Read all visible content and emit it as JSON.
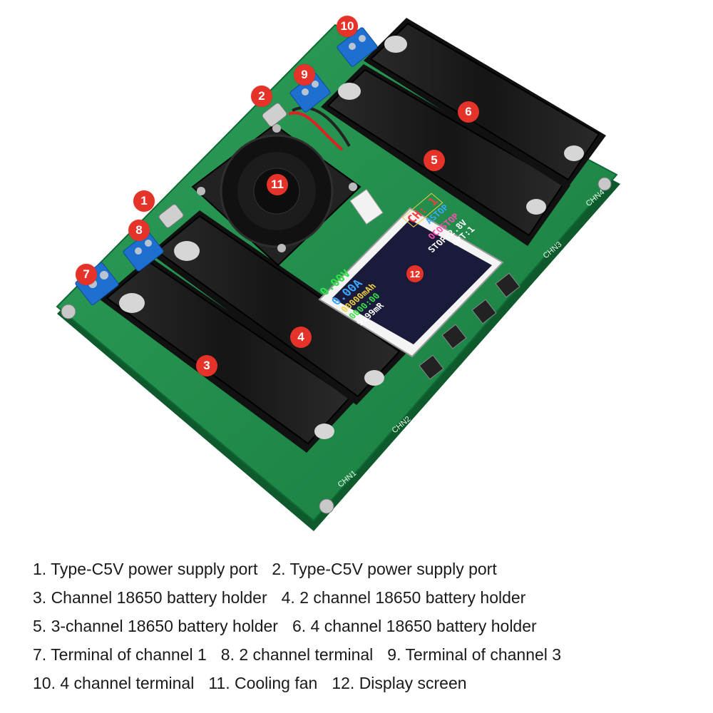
{
  "markers": [
    "1",
    "2",
    "3",
    "4",
    "5",
    "6",
    "7",
    "8",
    "9",
    "10",
    "11",
    "12"
  ],
  "screen": {
    "voltage": "0.00V",
    "channel": "CH: 1",
    "current": "0.00A",
    "state": "ASTOP",
    "capacity": "00000mAh",
    "mode": "OCOSTOP",
    "time": "0000:00",
    "stop": "STOP:2.8V",
    "resistance": "9999mR",
    "option": "OPT:1"
  },
  "board_labels": {
    "chn1": "CHN1",
    "chn2": "CHN2",
    "chn3": "CHN3",
    "chn4": "CHN4"
  },
  "legend": [
    [
      "1. Type-C5V power supply port",
      "2. Type-C5V power supply port"
    ],
    [
      "3. Channel 18650 battery holder",
      "4. 2 channel 18650 battery holder"
    ],
    [
      "5. 3-channel 18650 battery holder",
      "6. 4 channel 18650 battery holder"
    ],
    [
      "7. Terminal of channel 1",
      "8. 2 channel terminal",
      "9. Terminal of channel 3"
    ],
    [
      "10. 4 channel terminal",
      "11. Cooling fan",
      "12. Display screen"
    ]
  ],
  "colors": {
    "pcb": "#1f8a4a",
    "marker": "#e5332a",
    "terminal": "#1e6fd0",
    "holder": "#1b1b1b"
  }
}
